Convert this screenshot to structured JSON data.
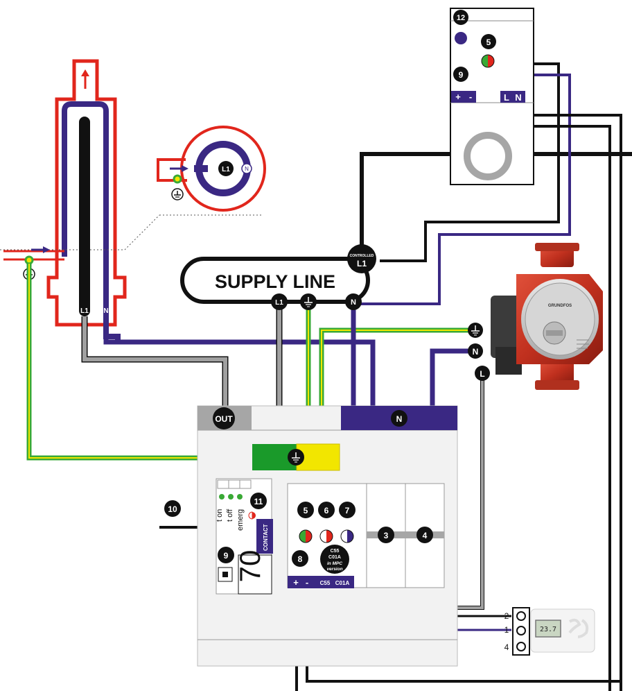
{
  "supply_line": {
    "title": "SUPPLY LINE",
    "controlled_label": "CONTROLLED",
    "controlled_l1": "L1",
    "terminal_l1": "L1",
    "terminal_n": "N"
  },
  "heater": {
    "label_l1": "L1",
    "label_n": "N"
  },
  "cross_section": {
    "l1": "L1",
    "n": "N"
  },
  "top_box": {
    "badge_12": "12",
    "badge_5": "5",
    "badge_9": "9",
    "plus": "+",
    "minus": "-",
    "l": "L",
    "n": "N"
  },
  "pump": {
    "terminal_n": "N",
    "terminal_l": "L",
    "brand": "GRUNDFOS"
  },
  "controller": {
    "out_label": "OUT",
    "n_label": "N",
    "badge_10": "10",
    "badge_11": "11",
    "badge_9": "9",
    "t_on": "t on",
    "t_off": "t off",
    "emerg": "emerg",
    "contact": "CONTACT",
    "display_value": "70",
    "badge_5": "5",
    "badge_6": "6",
    "badge_7": "7",
    "badge_8": "8",
    "badge_3": "3",
    "badge_4": "4",
    "c55_badge_line1": "C55",
    "c55_badge_line2": "C01A",
    "c55_badge_line3": "in MPC",
    "c55_badge_line4": "version",
    "plus": "+",
    "minus": "-",
    "c55_label": "C55",
    "c01a_label": "C01A"
  },
  "thermostat": {
    "pin_2": "2",
    "pin_1": "1",
    "pin_4": "4",
    "display": "23.7"
  },
  "colors": {
    "neutral": "#3a2883",
    "live": "#111111",
    "live_grey": "#a0a0a0",
    "earth_green": "#39a935",
    "earth_yellow": "#f2e600",
    "heater_red": "#e1261c"
  }
}
